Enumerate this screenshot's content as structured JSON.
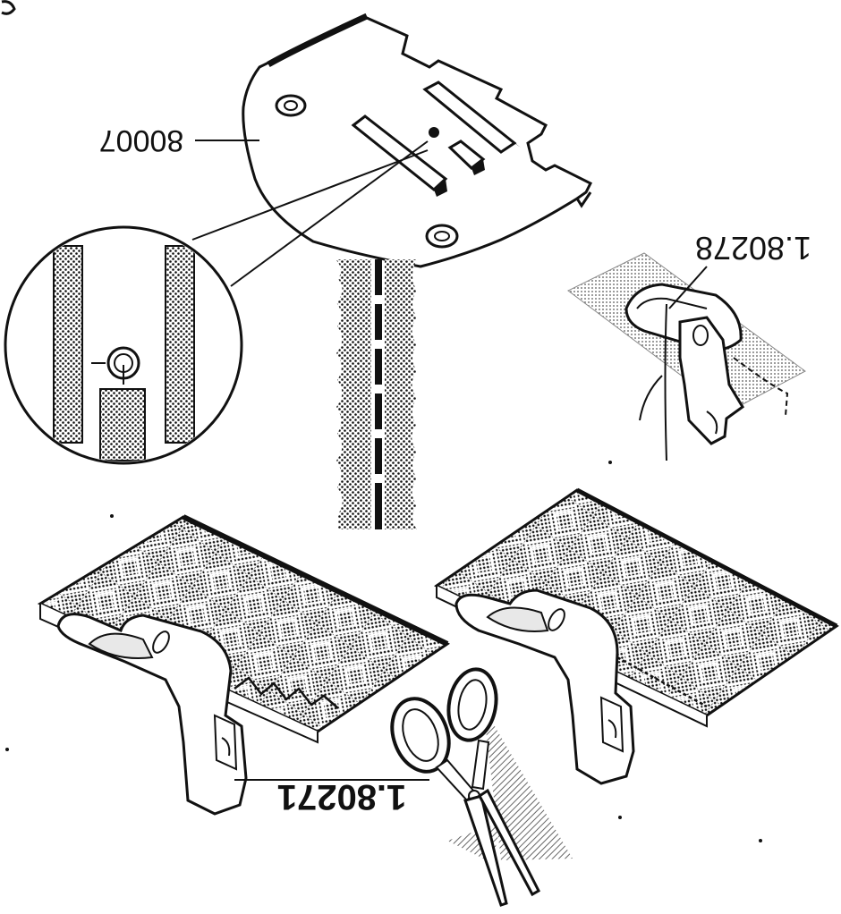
{
  "figure": {
    "orientation": "rotated-180",
    "labels": {
      "needle_plate": "80007",
      "foot_top_right": "1.80278",
      "foot_bottom_left": "1.80271"
    },
    "colors": {
      "ink": "#111111",
      "paper": "#ffffff",
      "screen_fill": "#8c8c8c"
    },
    "icons": {
      "scissors": "scissors-icon",
      "stitch_sample": "straight-stitch-sample"
    }
  }
}
